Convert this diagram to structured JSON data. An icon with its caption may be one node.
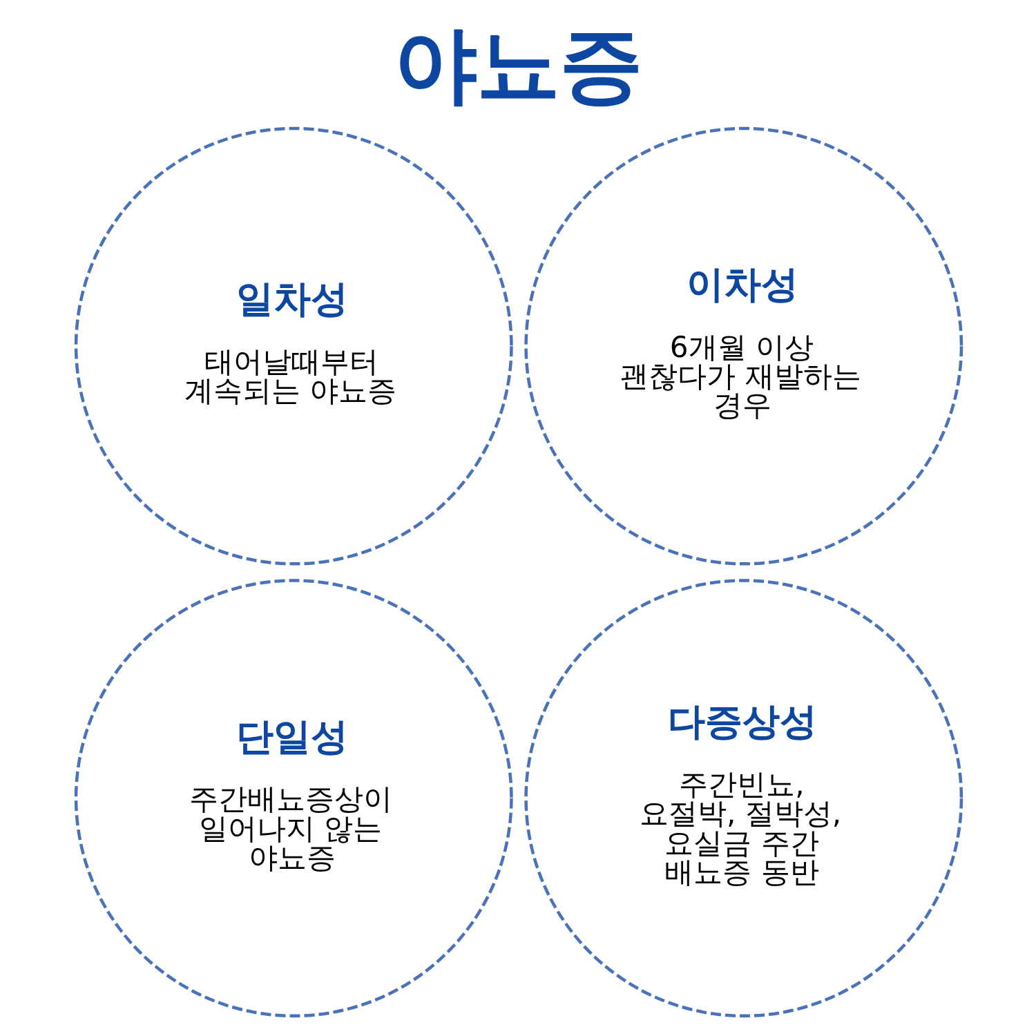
{
  "diagram": {
    "title": "야뇨증",
    "nodes": [
      {
        "text": [
          "일차성",
          "태어날때부터 계속되는 야뇨증"
        ]
      },
      {
        "text": [
          "이차성",
          "6개월 이상 괜찮다가 재발하는 경우"
        ]
      },
      {
        "text": [
          "단일성",
          "주간배뇨증상이 일어나지 않는 야뇨증"
        ]
      },
      {
        "text": [
          "다증상성",
          "주간빈뇨, 요절박, 절박성, 요실금 주간 배뇨증 동반"
        ]
      }
    ],
    "edges": []
  }
}
